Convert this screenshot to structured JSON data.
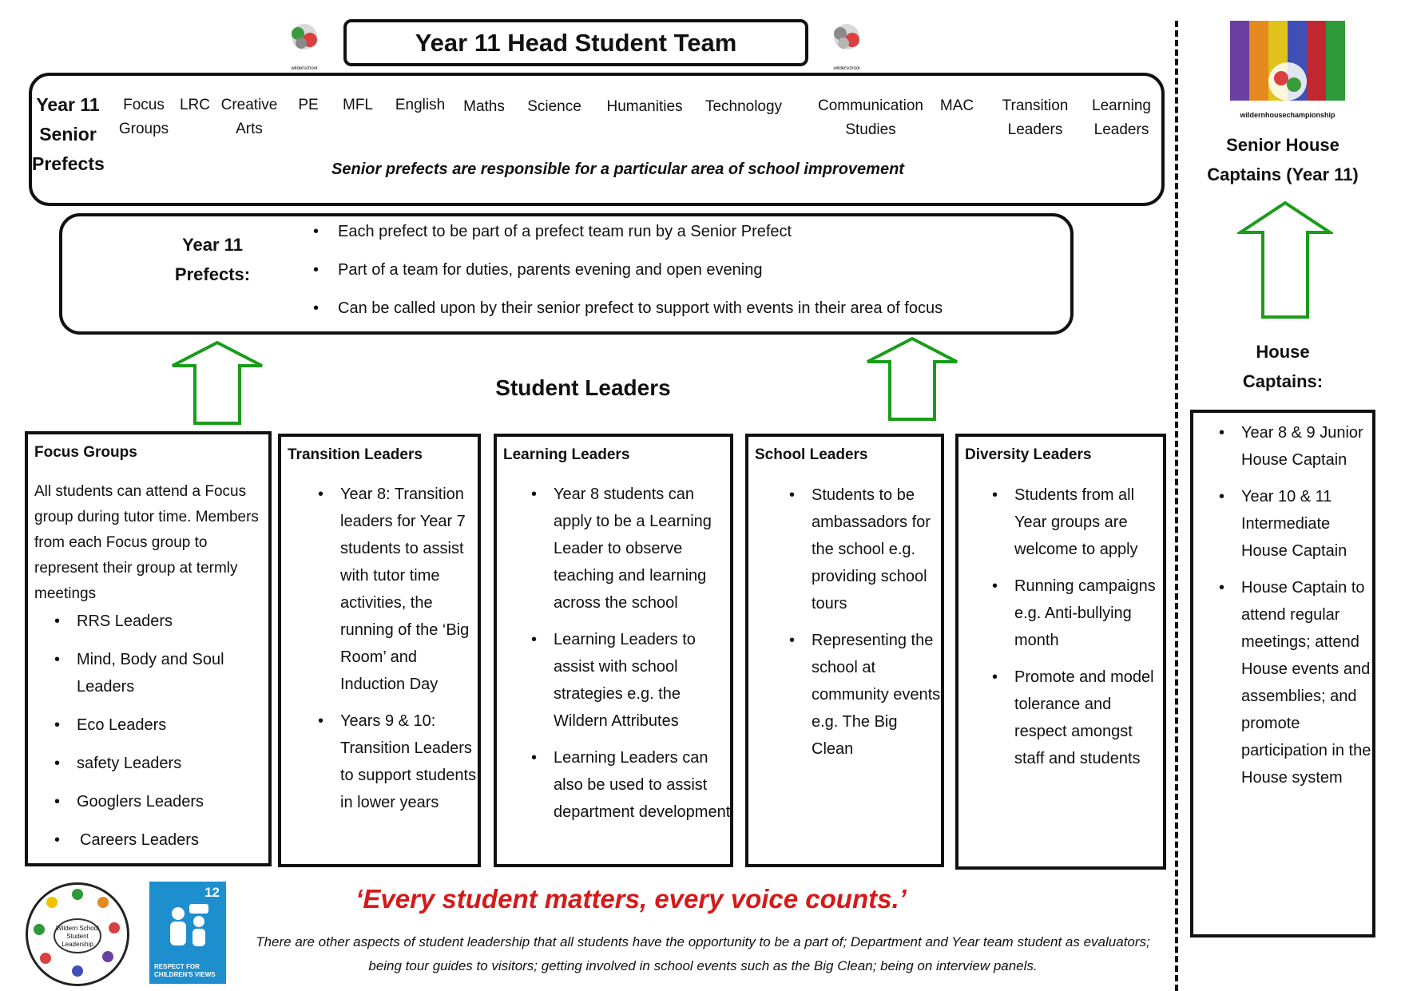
{
  "header": {
    "title": "Year 11 Head Student Team"
  },
  "senior_prefects": {
    "title_lines": [
      "Year 11",
      "Senior",
      "Prefects"
    ],
    "subjects": [
      [
        "Focus",
        "Groups"
      ],
      [
        "LRC"
      ],
      [
        "Creative",
        "Arts"
      ],
      [
        "PE"
      ],
      [
        "MFL"
      ],
      [
        "English"
      ],
      [
        "Maths"
      ],
      [
        "Science"
      ],
      [
        "Humanities"
      ],
      [
        "Technology"
      ],
      [
        "Communication",
        "Studies"
      ],
      [
        "MAC"
      ],
      [
        "Transition",
        "Leaders"
      ],
      [
        "Learning",
        "Leaders"
      ]
    ],
    "note": "Senior prefects are responsible for a particular area of school improvement"
  },
  "prefects": {
    "title_lines": [
      "Year 11",
      "Prefects:"
    ],
    "points": [
      "Each prefect to be part of a prefect team run by a Senior Prefect",
      "Part of a team for duties, parents evening and open evening",
      "Can be called upon by their senior prefect to support with events in their area of focus"
    ]
  },
  "student_leaders_heading": "Student Leaders",
  "columns": {
    "focus": {
      "title": "Focus Groups",
      "intro": "All students can attend a Focus group during tutor time. Members from each Focus group to represent their group at termly meetings",
      "items": [
        "RRS Leaders",
        "Mind, Body and Soul Leaders",
        "Eco Leaders",
        "safety Leaders",
        "Googlers Leaders",
        "Careers Leaders"
      ]
    },
    "transition": {
      "title": "Transition Leaders",
      "items": [
        "Year 8: Transition leaders for Year 7 students to assist with tutor time activities, the running of the ‘Big Room’ and Induction Day",
        "Years 9 & 10: Transition Leaders to support students in lower years"
      ]
    },
    "learning": {
      "title": "Learning Leaders",
      "items": [
        "Year 8 students can apply to be a Learning Leader to observe teaching and learning across the school",
        "Learning Leaders to assist with school strategies e.g. the Wildern Attributes",
        "Learning Leaders can also be used to assist department development"
      ]
    },
    "school": {
      "title": "School Leaders",
      "items": [
        "Students to be ambassadors for the school e.g. providing school tours",
        "Representing the school at community events e.g. The Big Clean"
      ]
    },
    "diversity": {
      "title": "Diversity Leaders",
      "items": [
        "Students from all Year groups are welcome to apply",
        "Running campaigns e.g. Anti-bullying month",
        "Promote and model tolerance and respect amongst staff and students"
      ]
    }
  },
  "house": {
    "logo_caption": "wildernhousechampionship",
    "senior_title_lines": [
      "Senior House",
      "Captains (Year 11)"
    ],
    "captains_title_lines": [
      "House",
      "Captains:"
    ],
    "items": [
      "Year 8 & 9 Junior House Captain",
      "Year 10 & 11 Intermediate House Captain",
      "House Captain to attend regular meetings; attend House events and assemblies; and promote participation in the House system"
    ]
  },
  "footer": {
    "motto": "‘Every student matters, every voice counts.’",
    "note": "There are other aspects of student leadership that all students have the opportunity to be a part of; Department and Year team student as evaluators; being tour guides to visitors; getting involved in school events such as the Big Clean; being on interview panels.",
    "sdg_number": "12",
    "sdg_text": "RESPECT FOR CHILDREN'S VIEWS",
    "badge_text": "Wildern School Student Leadership",
    "school_logo_text": "wilderschool"
  },
  "colors": {
    "arrow": "#1a9c1a",
    "motto": "#d51a1a",
    "sdg": "#1e8fce"
  }
}
